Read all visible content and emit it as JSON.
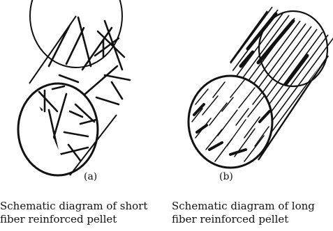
{
  "panels": [
    {
      "id": "a",
      "label": "(a)",
      "caption_line1": "Schematic diagram of short",
      "caption_line2": "fiber reinforced pellet"
    },
    {
      "id": "b",
      "label": "(b)",
      "caption_line1": "Schematic diagram of long",
      "caption_line2": "fiber reinforced pellet"
    }
  ],
  "colors": {
    "ink": "#111111",
    "background": "#ffffff"
  }
}
